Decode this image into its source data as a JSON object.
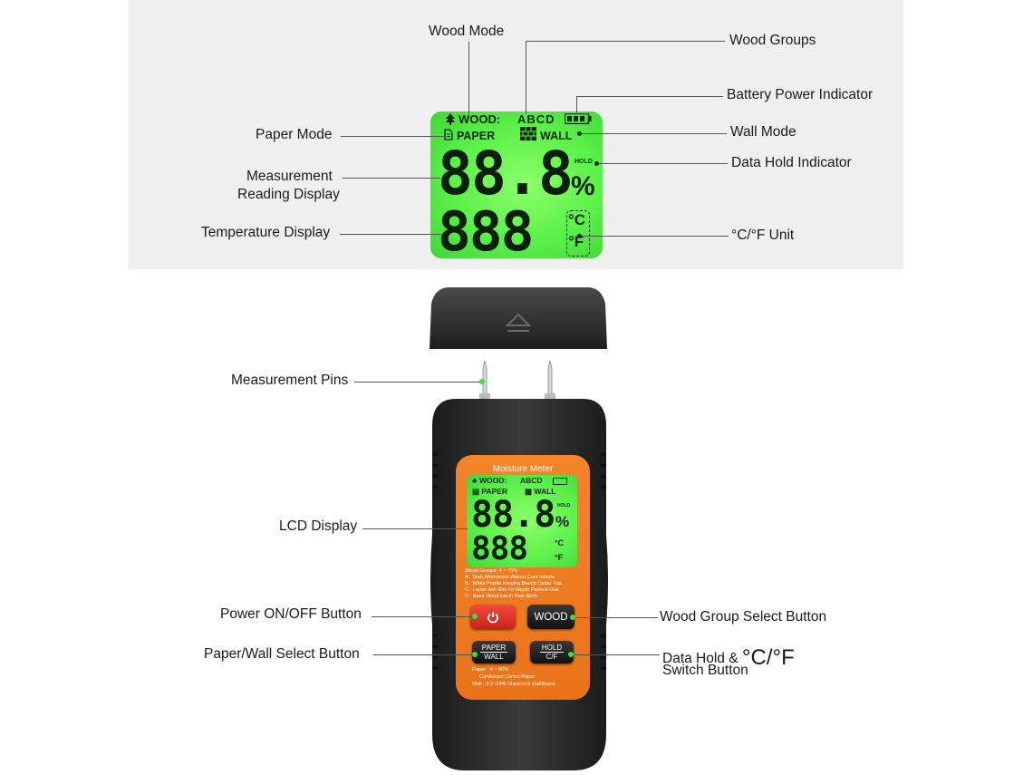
{
  "callouts": {
    "wood_mode": "Wood Mode",
    "wood_groups": "Wood Groups",
    "battery": "Battery Power Indicator",
    "paper_mode": "Paper Mode",
    "wall_mode": "Wall Mode",
    "data_hold": "Data Hold Indicator",
    "measurement_line1": "Measurement",
    "measurement_line2": "Reading Display",
    "temperature": "Temperature Display",
    "unit": "°C/°F  Unit",
    "pins": "Measurement Pins",
    "lcd_display": "LCD Display",
    "power_button": "Power ON/OFF Button",
    "wood_group_button": "Wood Group Select Button",
    "paper_wall_button": "Paper/Wall  Select Button",
    "hold_line1": "Data Hold & ",
    "hold_unit": "°C/°F",
    "hold_line2": "Switch Button"
  },
  "lcd": {
    "wood": "WOOD:",
    "groups": "ABCD",
    "paper": "PAPER",
    "wall": "WALL",
    "hold": "HOLD",
    "digits_top": "88.8",
    "percent": "%",
    "digits_bottom": "888",
    "celsius": "°C",
    "fahrenheit": "°F"
  },
  "device": {
    "title": "Moisture Meter",
    "wood_groups_title": "Wood Groups:   4 ~ 75%",
    "group_a": "A : Teak,Afrormosia Walnut Cork Imbuia",
    "group_b": "B : White Poplar Keruing Beech Cedar Tola",
    "group_c": "C : Lauan Ash Elm Fir Maple Padauk Oak",
    "group_d": "D : Basa Wood Larch Pine Birch",
    "wood_button": "WOOD",
    "paper_btn_top": "PAPER",
    "paper_btn_bottom": "WALL",
    "hold_btn_top": "HOLD",
    "hold_btn_bottom": "C/F",
    "paper_range": "Paper : 4 ~ 90%",
    "paper_types": "Cardboard  Carton  Paper",
    "wall_range": "Wall : 0.2~24% Sheetrock WallBoard"
  },
  "colors": {
    "lcd_green": "#5cf04a",
    "body_orange": "#ee7a20",
    "body_dark": "#2a2a2a",
    "power_red": "#e5332a"
  },
  "icons": [
    "tree-icon",
    "paper-doc-icon",
    "brick-wall-icon",
    "battery-icon",
    "power-icon",
    "eject-arrow-icon"
  ]
}
